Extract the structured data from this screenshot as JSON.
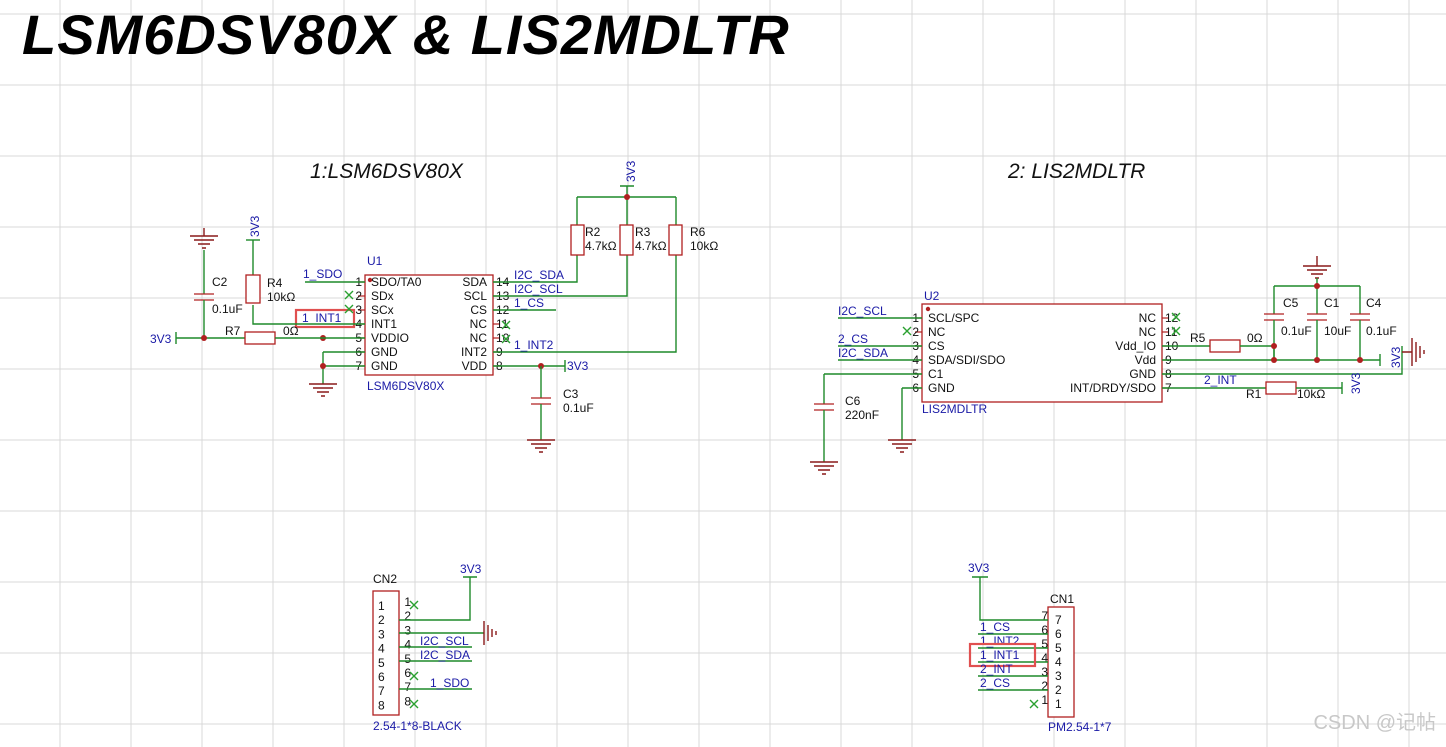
{
  "title": "LSM6DSV80X & LIS2MDLTR",
  "watermark": "CSDN @记帖",
  "sections": {
    "left": "1:LSM6DSV80X",
    "right": "2: LIS2MDLTR"
  },
  "u1": {
    "ref": "U1",
    "part": "LSM6DSV80X",
    "left_pins": [
      {
        "n": "1",
        "name": "SDO/TA0"
      },
      {
        "n": "2",
        "name": "SDx"
      },
      {
        "n": "3",
        "name": "SCx"
      },
      {
        "n": "4",
        "name": "INT1"
      },
      {
        "n": "5",
        "name": "VDDIO"
      },
      {
        "n": "6",
        "name": "GND"
      },
      {
        "n": "7",
        "name": "GND"
      }
    ],
    "right_pins": [
      {
        "n": "14",
        "name": "SDA"
      },
      {
        "n": "13",
        "name": "SCL"
      },
      {
        "n": "12",
        "name": "CS"
      },
      {
        "n": "11",
        "name": "NC"
      },
      {
        "n": "10",
        "name": "NC"
      },
      {
        "n": "9",
        "name": "INT2"
      },
      {
        "n": "8",
        "name": "VDD"
      }
    ],
    "left_nets": [
      "1_SDO",
      "1_INT1"
    ],
    "right_nets": [
      "I2C_SDA",
      "I2C_SCL",
      "1_CS",
      "1_INT2",
      "3V3"
    ]
  },
  "u2": {
    "ref": "U2",
    "part": "LIS2MDLTR",
    "left_pins": [
      {
        "n": "1",
        "name": "SCL/SPC"
      },
      {
        "n": "2",
        "name": "NC"
      },
      {
        "n": "3",
        "name": "CS"
      },
      {
        "n": "4",
        "name": "SDA/SDI/SDO"
      },
      {
        "n": "5",
        "name": "C1"
      },
      {
        "n": "6",
        "name": "GND"
      }
    ],
    "right_pins": [
      {
        "n": "12",
        "name": "NC"
      },
      {
        "n": "11",
        "name": "NC"
      },
      {
        "n": "10",
        "name": "Vdd_IO"
      },
      {
        "n": "9",
        "name": "Vdd"
      },
      {
        "n": "8",
        "name": "GND"
      },
      {
        "n": "7",
        "name": "INT/DRDY/SDO"
      }
    ],
    "left_nets": [
      "I2C_SCL",
      "2_CS",
      "I2C_SDA"
    ],
    "right_nets": [
      "2_INT"
    ]
  },
  "components": {
    "r2": {
      "ref": "R2",
      "val": "4.7kΩ"
    },
    "r3": {
      "ref": "R3",
      "val": "4.7kΩ"
    },
    "r6": {
      "ref": "R6",
      "val": "10kΩ"
    },
    "r4": {
      "ref": "R4",
      "val": "10kΩ"
    },
    "r7": {
      "ref": "R7",
      "val": "0Ω"
    },
    "c2": {
      "ref": "C2",
      "val": "0.1uF"
    },
    "c3": {
      "ref": "C3",
      "val": "0.1uF"
    },
    "c6": {
      "ref": "C6",
      "val": "220nF"
    },
    "c5": {
      "ref": "C5",
      "val": "0.1uF"
    },
    "c1": {
      "ref": "C1",
      "val": "10uF"
    },
    "c4": {
      "ref": "C4",
      "val": "0.1uF"
    },
    "r5": {
      "ref": "R5",
      "val": "0Ω"
    },
    "r1": {
      "ref": "R1",
      "val": "10kΩ"
    }
  },
  "power": "3V3",
  "cn2": {
    "ref": "CN2",
    "part": "2.54-1*8-BLACK",
    "pins": [
      "1",
      "2",
      "3",
      "4",
      "5",
      "6",
      "7",
      "8"
    ],
    "nets": [
      "I2C_SCL",
      "I2C_SDA",
      "1_SDO"
    ]
  },
  "cn1": {
    "ref": "CN1",
    "part": "PM2.54-1*7",
    "pins": [
      "7",
      "6",
      "5",
      "4",
      "3",
      "2",
      "1"
    ],
    "nets": [
      "1_CS",
      "1_INT2",
      "1_INT1",
      "2_INT",
      "2_CS"
    ]
  }
}
